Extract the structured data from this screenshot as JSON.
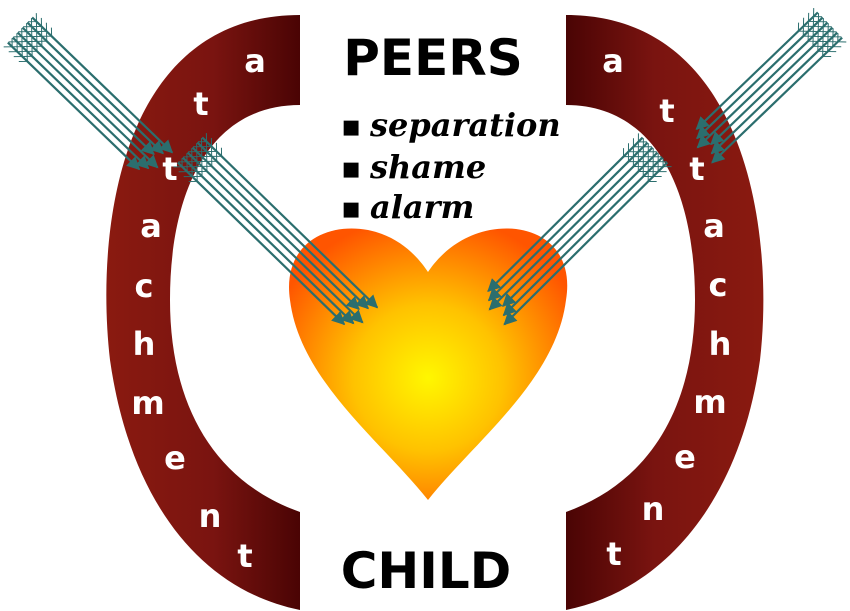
{
  "top_label": "PEERS",
  "bottom_label": "CHILD",
  "bullets": [
    "separation",
    "shame",
    "alarm"
  ],
  "bullet_marker": "▪",
  "left_arc_letters": [
    "a",
    "t",
    "t",
    "a",
    "c",
    "h",
    "m",
    "e",
    "n",
    "t"
  ],
  "right_arc_letters": [
    "a",
    "t",
    "t",
    "a",
    "c",
    "h",
    "m",
    "e",
    "n",
    "t"
  ],
  "colors": {
    "arc_dark": "#5a0606",
    "arc_mid": "#8c1a12",
    "arrow": "#2b6e6e",
    "heart_center": "#fff200",
    "heart_edge": "#ff5a00"
  }
}
